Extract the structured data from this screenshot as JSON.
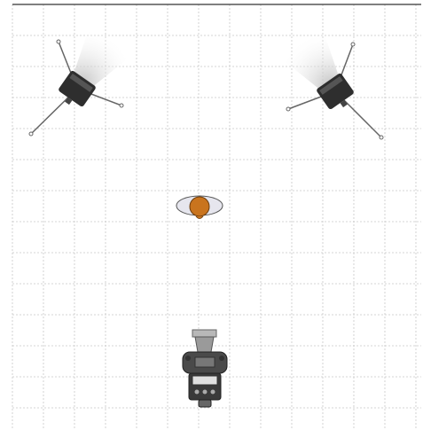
{
  "diagram": {
    "background": "#ffffff",
    "grid_color": "#c8c8c8",
    "border_color": "#333333",
    "items": [
      {
        "id": "light-left",
        "kind": "lighting-stand",
        "icon": "softbox-light-icon"
      },
      {
        "id": "light-right",
        "kind": "lighting-stand",
        "icon": "softbox-light-icon"
      },
      {
        "id": "subject",
        "kind": "subject",
        "icon": "person-top-view-icon"
      },
      {
        "id": "camera",
        "kind": "camera",
        "icon": "camera-top-view-icon"
      }
    ],
    "colors": {
      "light_body": "#2e2e2e",
      "light_beam": "#d9d9d9",
      "stand_leg": "#555555",
      "subject_head": "#c9741e",
      "subject_shoulders": "#e6e6ee",
      "camera_body": "#4a4a4a",
      "camera_lens": "#9a9a9a"
    }
  }
}
